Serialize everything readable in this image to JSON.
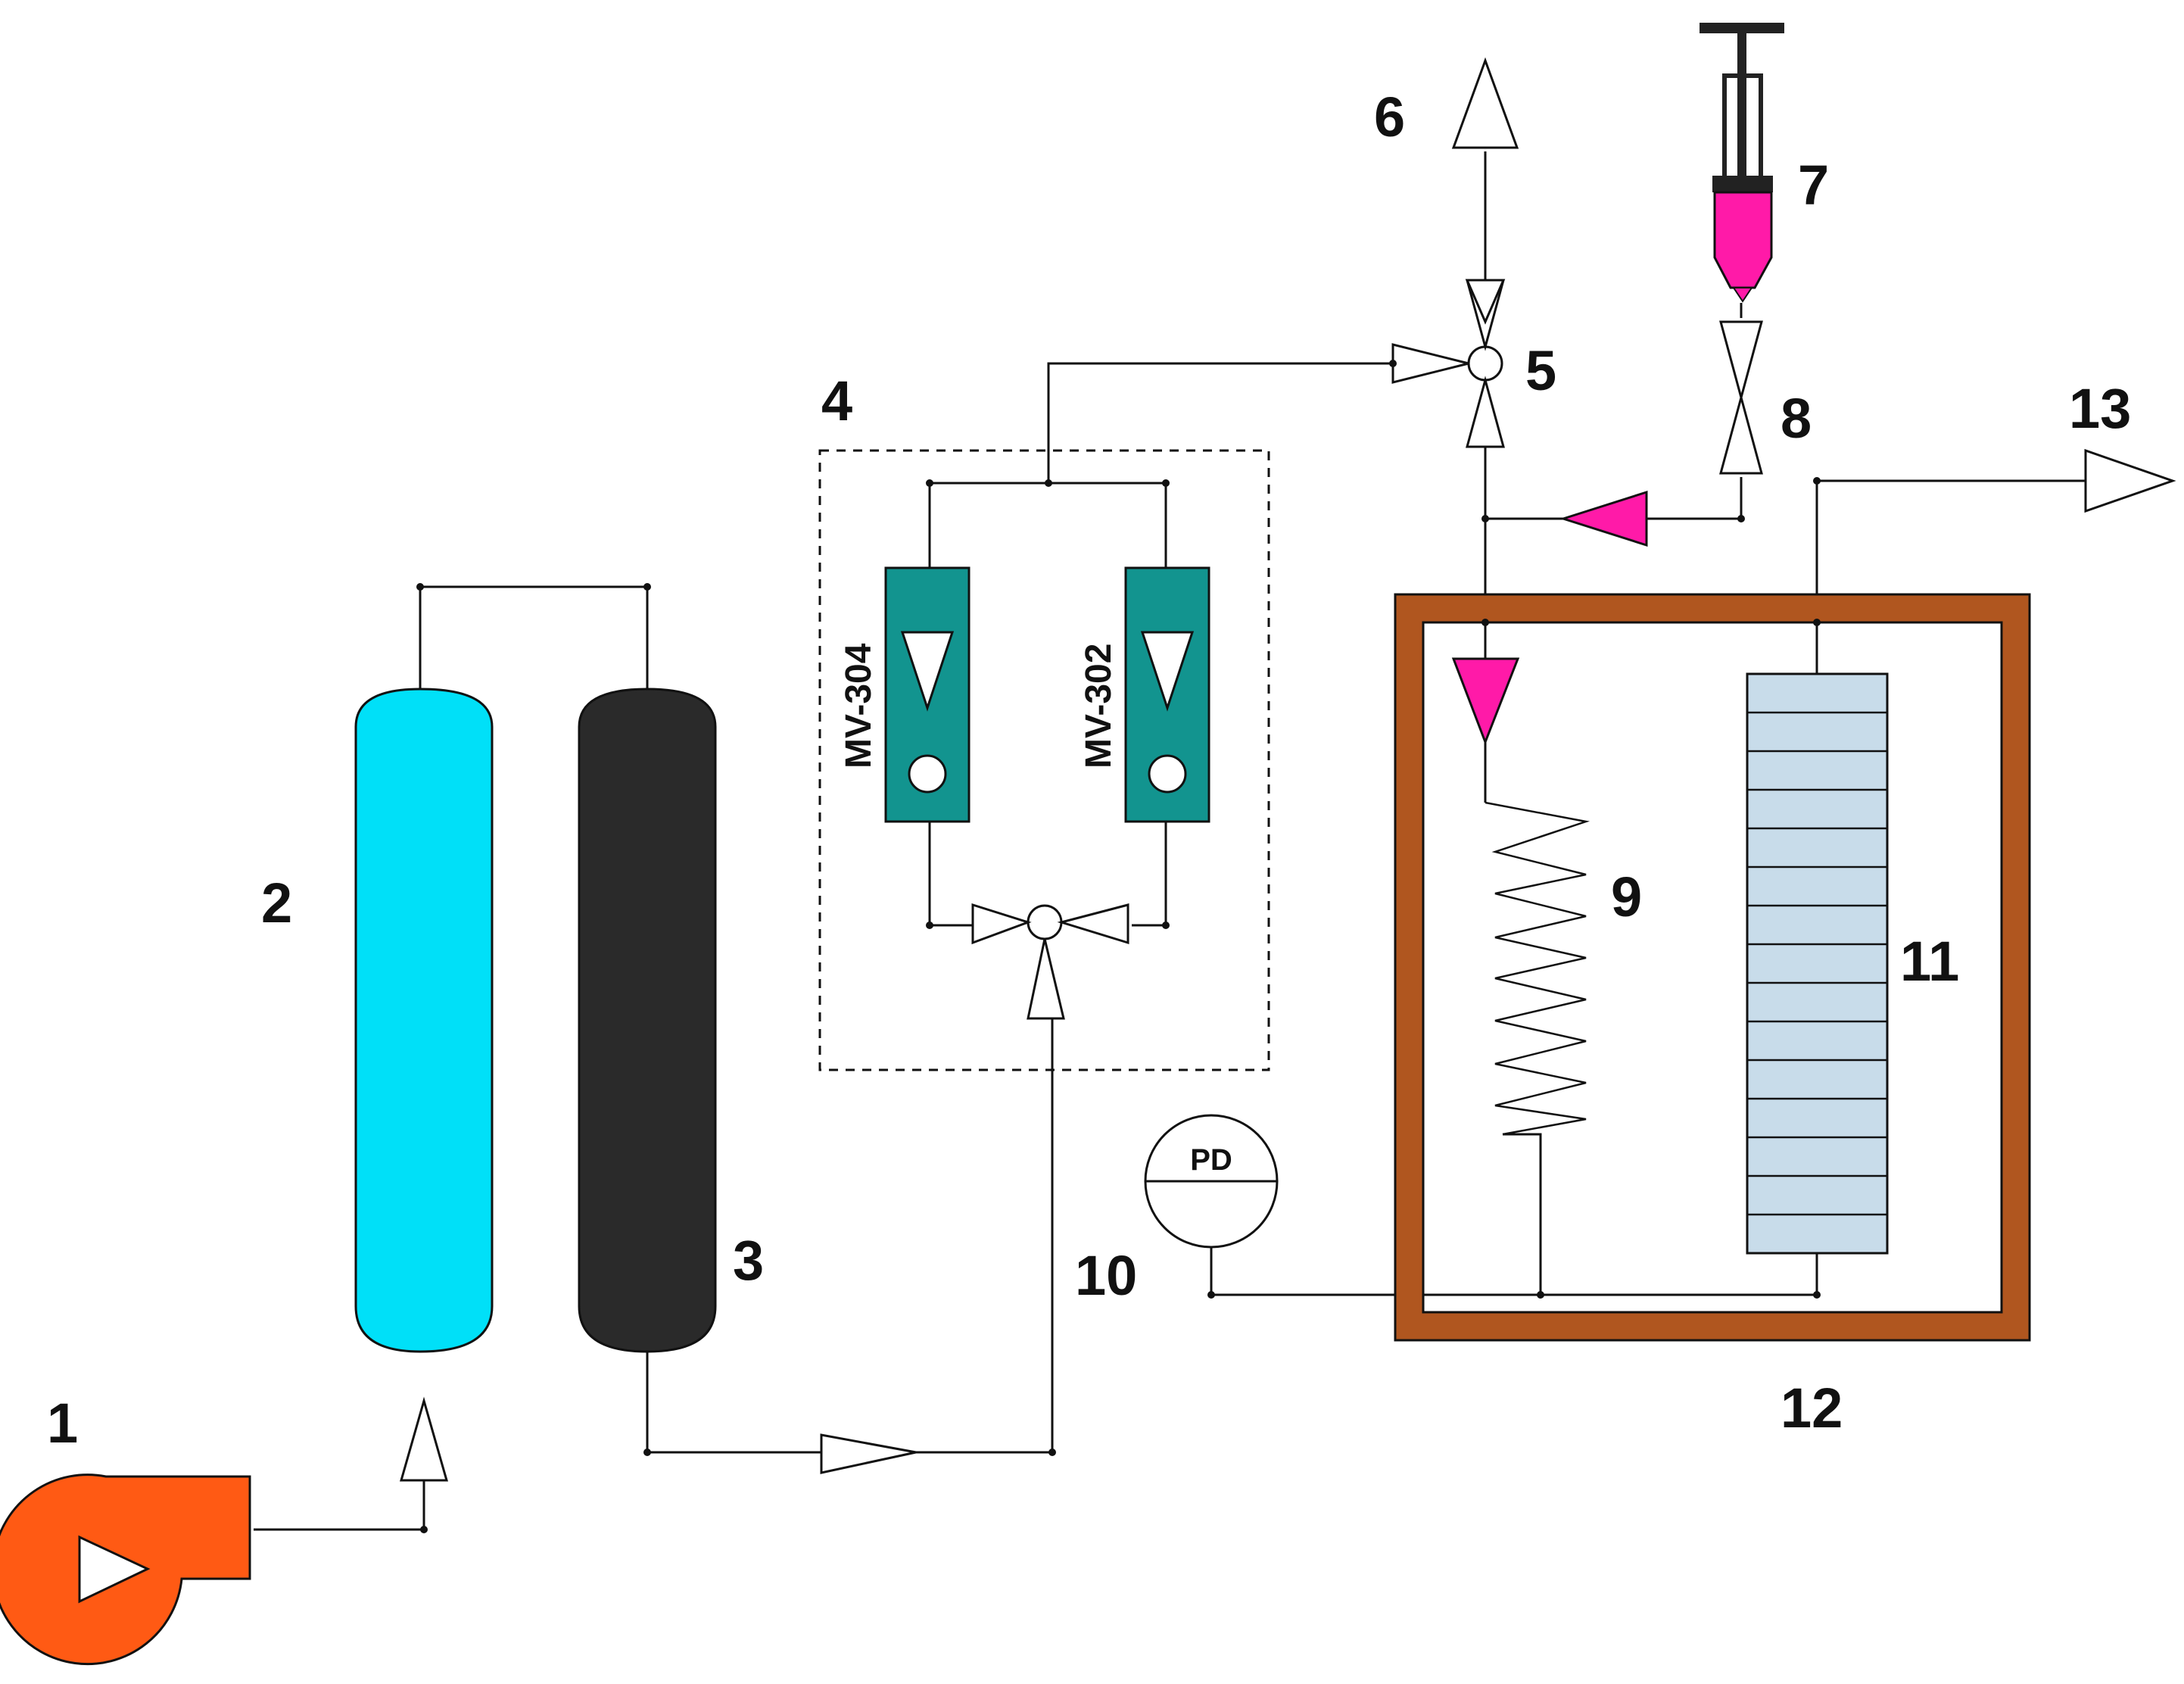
{
  "labels": {
    "blower": "1",
    "cyan_column": "2",
    "dark_column": "3",
    "flowmeter_box": "4",
    "three_way_valve": "5",
    "vent_top": "6",
    "syringe": "7",
    "valve_8": "8",
    "coil": "9",
    "pressure_indicator": "10",
    "reactor_column": "11",
    "oven": "12",
    "outlet": "13"
  },
  "rotameters": [
    {
      "tag": "MV-304"
    },
    {
      "tag": "MV-302"
    }
  ],
  "pressure_indicator_text": "PD",
  "colors": {
    "blower": "#ff5a14",
    "cyan_column": "#00e0f8",
    "dark_column": "#2a2a2a",
    "rotameter": "#12948f",
    "injection_triangles": "#ff1aa8",
    "oven_wall": "#b0561f",
    "reactor_column": "#c8dcea",
    "lines": "#111111"
  }
}
